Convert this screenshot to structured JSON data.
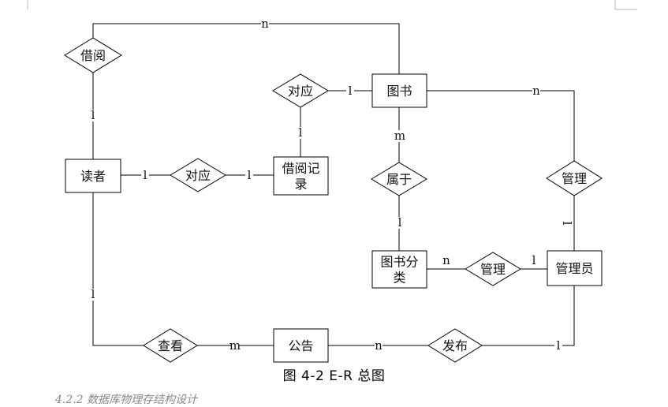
{
  "diagram": {
    "entities": [
      {
        "id": "reader",
        "label": "读者"
      },
      {
        "id": "book",
        "label": "图书"
      },
      {
        "id": "record",
        "label": "借阅记录"
      },
      {
        "id": "category",
        "label": "图书分类"
      },
      {
        "id": "admin",
        "label": "管理员"
      },
      {
        "id": "notice",
        "label": "公告"
      }
    ],
    "relationships": [
      {
        "id": "borrow",
        "label": "借阅"
      },
      {
        "id": "corr1",
        "label": "对应"
      },
      {
        "id": "corr2",
        "label": "对应"
      },
      {
        "id": "belong",
        "label": "属于"
      },
      {
        "id": "manage1",
        "label": "管理"
      },
      {
        "id": "manage2",
        "label": "管理"
      },
      {
        "id": "view",
        "label": "查看"
      },
      {
        "id": "publish",
        "label": "发布"
      }
    ],
    "cardinalities": [
      "n",
      "l",
      "l",
      "l",
      "l",
      "l",
      "n",
      "m",
      "l",
      "l",
      "n",
      "l",
      "l",
      "m",
      "n",
      "l"
    ]
  },
  "caption": "图 4-2 E-R 总图",
  "truncated_next_line": "4.2.2 数据库物理存结构设计"
}
